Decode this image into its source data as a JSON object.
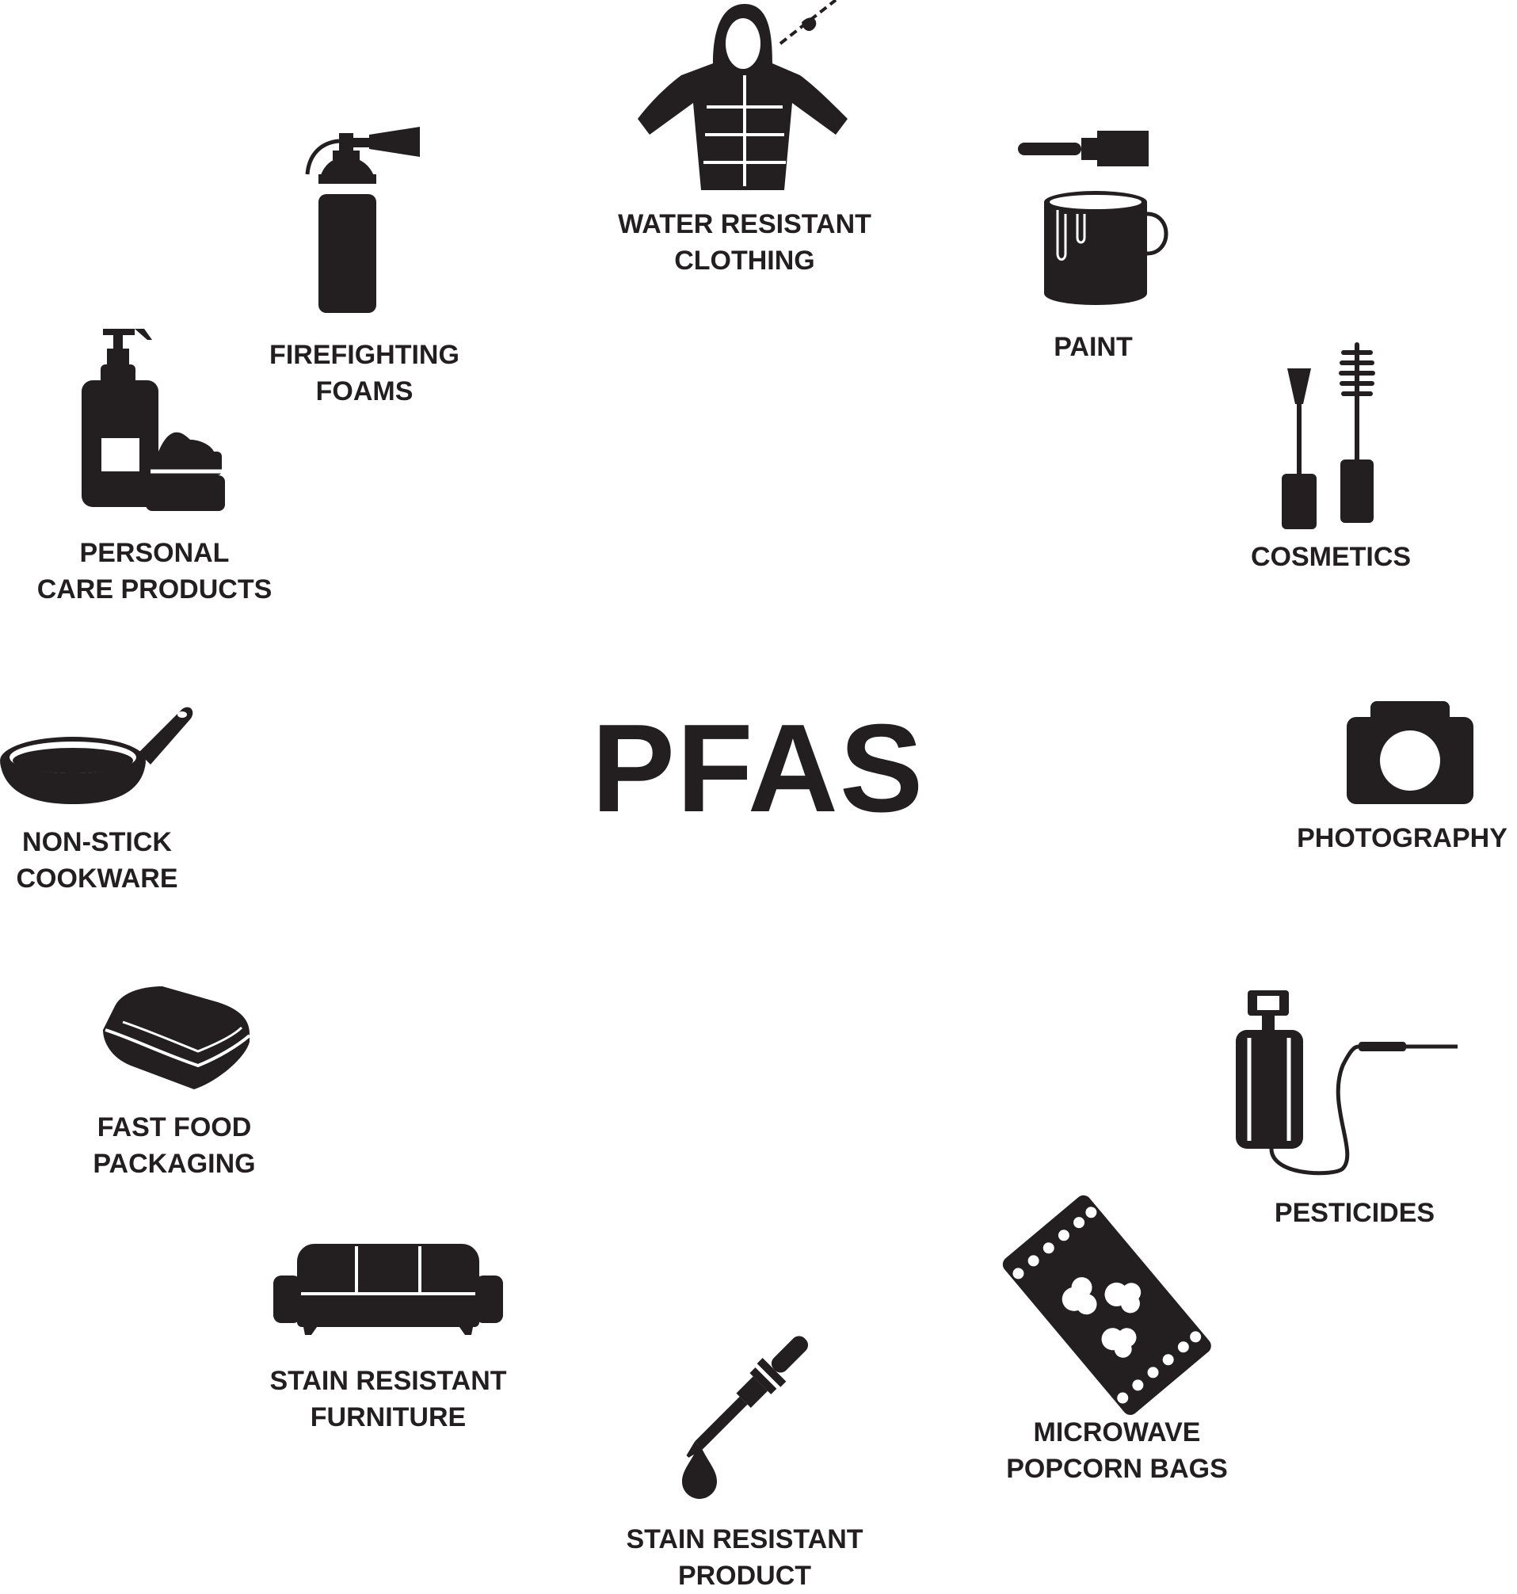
{
  "title": "PFAS",
  "ink_color": "#231f20",
  "items": [
    {
      "icon": "hooded-jacket-icon",
      "line1": "WATER RESISTANT",
      "line2": "CLOTHING"
    },
    {
      "icon": "paint-bucket-icon",
      "line1": "PAINT",
      "line2": ""
    },
    {
      "icon": "mascara-icon",
      "line1": "COSMETICS",
      "line2": ""
    },
    {
      "icon": "camera-icon",
      "line1": "PHOTOGRAPHY",
      "line2": ""
    },
    {
      "icon": "sprayer-icon",
      "line1": "PESTICIDES",
      "line2": ""
    },
    {
      "icon": "popcorn-bag-icon",
      "line1": "MICROWAVE",
      "line2": "POPCORN BAGS"
    },
    {
      "icon": "dropper-icon",
      "line1": "STAIN RESISTANT",
      "line2": "PRODUCT"
    },
    {
      "icon": "sofa-icon",
      "line1": "STAIN RESISTANT",
      "line2": "FURNITURE"
    },
    {
      "icon": "food-container-icon",
      "line1": "FAST FOOD",
      "line2": "PACKAGING"
    },
    {
      "icon": "frying-pan-icon",
      "line1": "NON-STICK",
      "line2": "COOKWARE"
    },
    {
      "icon": "pump-bottle-icon",
      "line1": "PERSONAL",
      "line2": "CARE PRODUCTS"
    },
    {
      "icon": "fire-extinguisher-icon",
      "line1": "FIREFIGHTING",
      "line2": "FOAMS"
    }
  ]
}
